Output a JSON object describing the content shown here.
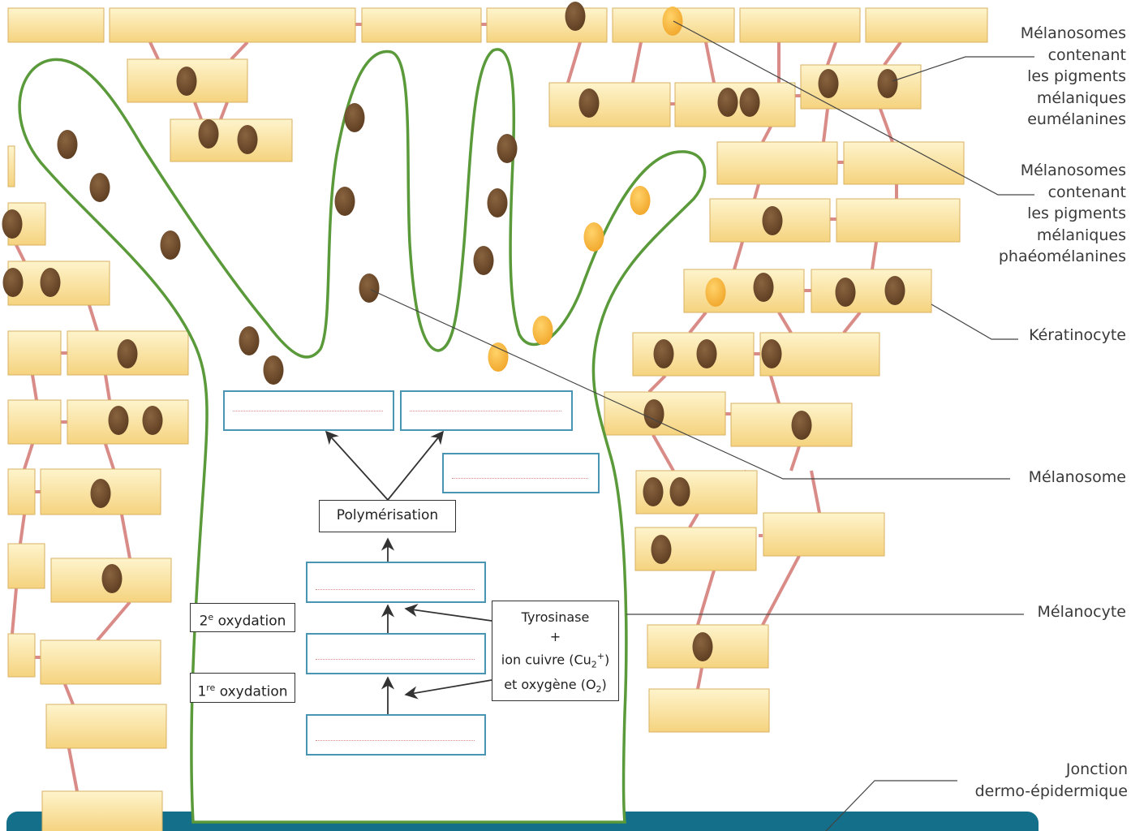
{
  "labels": {
    "eumelanin": "Mélanosomes\ncontenant\nles pigments\nmélaniques\neumélanines",
    "pheomelanin": "Mélanosomes\ncontenant\nles pigments\nmélaniques\nphaéomélanines",
    "keratinocyte": "Kératinocyte",
    "melanosome": "Mélanosome",
    "melanocyte": "Mélanocyte",
    "junction": "Jonction\ndermo-épidermique"
  },
  "boxes": {
    "polymerisation": "Polymérisation",
    "oxidation2_num": "2",
    "oxidation2_sup": "e",
    "oxidation2_text": " oxydation",
    "oxidation1_num": "1",
    "oxidation1_sup": "re",
    "oxidation1_text": " oxydation",
    "tyrosinase_line1": "Tyrosinase",
    "tyrosinase_line2": "+",
    "tyrosinase_line3a": "ion cuivre (Cu",
    "tyrosinase_line3sub": "2",
    "tyrosinase_line3sup": "+",
    "tyrosinase_line3b": ")",
    "tyrosinase_line4a": "et oxygène (O",
    "tyrosinase_line4sub": "2",
    "tyrosinase_line4b": ")"
  },
  "colors": {
    "cell_fill_top": "#fef4cc",
    "cell_fill_bottom": "#f5d583",
    "cell_border": "#d8b062",
    "connector": "#d98c87",
    "melanocyte_outline": "#5a9a3a",
    "eumelanin": "#6b4a2a",
    "pheomelanin": "#f6b93b",
    "membrane": "#136f8a",
    "blank_border": "#4a95b3"
  }
}
